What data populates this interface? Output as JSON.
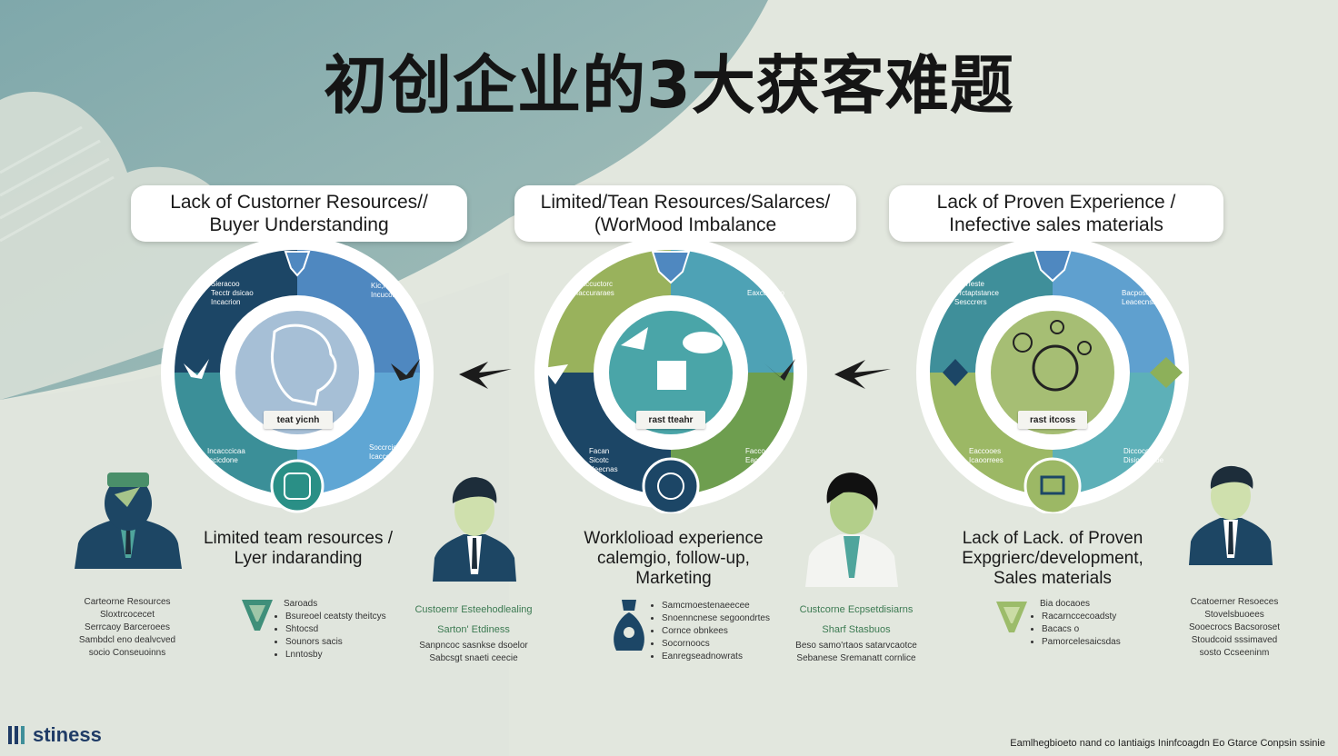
{
  "title": "初创企业的3大获客难题",
  "panels": [
    {
      "header": [
        "Lack of Custorner Resources//",
        "Buyer Understanding"
      ],
      "center_tag": "teat yicnh",
      "ring_tiny_labels": [
        "Sieracoo\nTecctr dsicao\nIncacrion",
        "Kic,rocc\nIncucorco",
        "Incacccicaa\nIscicdone",
        "Soccrcis\nIcaccocco"
      ],
      "caption": [
        "Limited team resources /",
        "Lyer indaranding"
      ],
      "left_list": [
        "Carteorne Resources",
        "Sloxtrcocecet",
        "Serrcaoy Barceroees",
        "Sambdcl eno dealvcved",
        "socio Conseuoinns"
      ],
      "bullet_head": "Saroads",
      "bullets": [
        "Bsureoel ceatsty theitcys",
        "Shtocsd",
        "Sounors sacis",
        "Lnntosby"
      ]
    },
    {
      "header": [
        "Limited/Tean Resources/Salarces/",
        "(WorMood Imbalance"
      ],
      "center_tag": "rast tteahr",
      "ring_tiny_labels": [
        "Caccuctorc\nIaccuraraes",
        "Eaxcucicoo",
        "Facan\nSicotc\nHeecnas",
        "Facco\nEacncs"
      ],
      "caption": [
        "Worklolioad experience",
        "calemgio, follow-up,",
        "Marketing"
      ],
      "left_head": "Custoemr Esteehodlealing",
      "left_sub": "Sarton' Etdiness",
      "left_list": [
        "Sanpncoc sasnkse dsoelor",
        "Sabcsgt snaeti ceecie"
      ],
      "bullets": [
        "Samcmoestenaeecee",
        "Snoenncnese segoondrtes",
        "Cornce obnkees",
        "Socornoocs",
        "Eanregseadnowrats"
      ]
    },
    {
      "header": [
        "Lack of Proven Experience /",
        "Inefective sales materials"
      ],
      "center_tag": "rast itcoss",
      "ring_tiny_labels": [
        "Lacrfeste\nPrctaptstance\nSesccrers",
        "Bacposes\nLeacecnsk",
        "Eaccooes\nIcaoorrees",
        "Diccococsa\nDisiocdeooe"
      ],
      "caption": [
        "Lack of Lack. of Proven",
        "Expgrierc/development,",
        "Sales materials"
      ],
      "left_head": "Custcorne Ecpsetdisiarns",
      "left_sub": "Sharf Stasbuos",
      "left_list": [
        "Beso samo'rtaos satarvcaotce",
        "Sebanese Sremanatt cornlice"
      ],
      "bullet_head": "Bia docaoes",
      "bullets": [
        "Racarnccecoadsty",
        "Bacacs o",
        "Pamorcelesaicsdas"
      ]
    }
  ],
  "right_list": [
    "Ccatoerner Resoeces",
    "Stovelsbuoees",
    "Sooecrocs Bacsoroset",
    "Stoudcoid sssimaved",
    "sosto Ccseeninm"
  ],
  "brand": "stiness",
  "footer": "Eamlhegbioeto nand co Iantiaigs Ininfcoagdn Eo Gtarce Conpsin ssinie",
  "colors": {
    "navy": "#1c3f5e",
    "teal": "#3f8f9a",
    "green": "#8db05a",
    "sky": "#5fa0cf",
    "background": "#e4e8df"
  }
}
